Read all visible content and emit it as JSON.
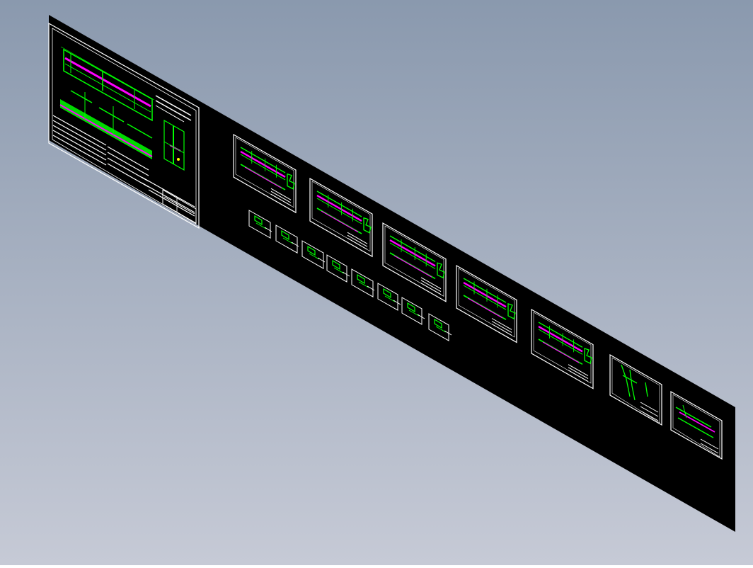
{
  "viewport": {
    "background_top": "#8a99ae",
    "background_bottom": "#c6cad6"
  },
  "sheet": {
    "fill": "#000000"
  },
  "colors": {
    "frame": "#ffffff",
    "geometry_primary": "#00ff00",
    "geometry_secondary": "#ff00ff",
    "text_lines": "#ffffff"
  },
  "drawings": {
    "main": {
      "name": "main-assembly-drawing",
      "content": [
        "plan-view",
        "elevation-view",
        "parts-list",
        "section-details",
        "title-block"
      ]
    },
    "large_sheets_count": 5,
    "small_details_count": 8,
    "detail_sheets_count": 2
  }
}
